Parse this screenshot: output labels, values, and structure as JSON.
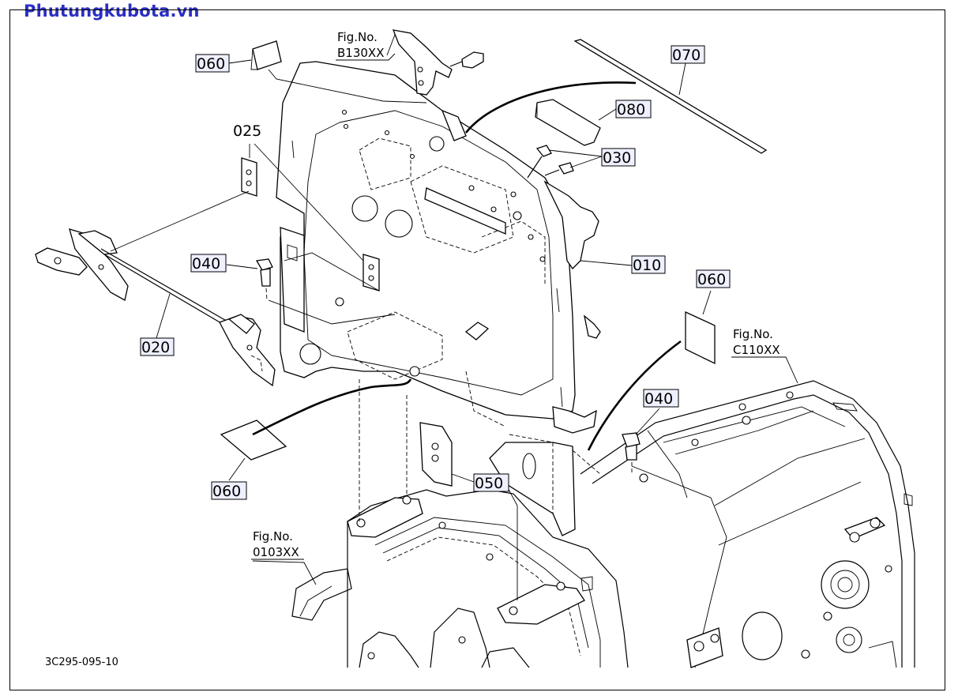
{
  "brand": {
    "text": "Phutungkubota.vn",
    "color": "#2b2fc4"
  },
  "drawing_number": "3C295-095-10",
  "callouts": {
    "c060a": "060",
    "c070": "070",
    "c080": "080",
    "c030": "030",
    "c025": "025",
    "c040a": "040",
    "c010": "010",
    "c020": "020",
    "c060b": "060",
    "c040b": "040",
    "c050": "050",
    "c060c": "060"
  },
  "figure_refs": {
    "b130_label": "Fig.No.",
    "b130_code": "B130XX",
    "c110_label": "Fig.No.",
    "c110_code": "C110XX",
    "f0103_label": "Fig.No.",
    "f0103_code": "0103XX"
  }
}
